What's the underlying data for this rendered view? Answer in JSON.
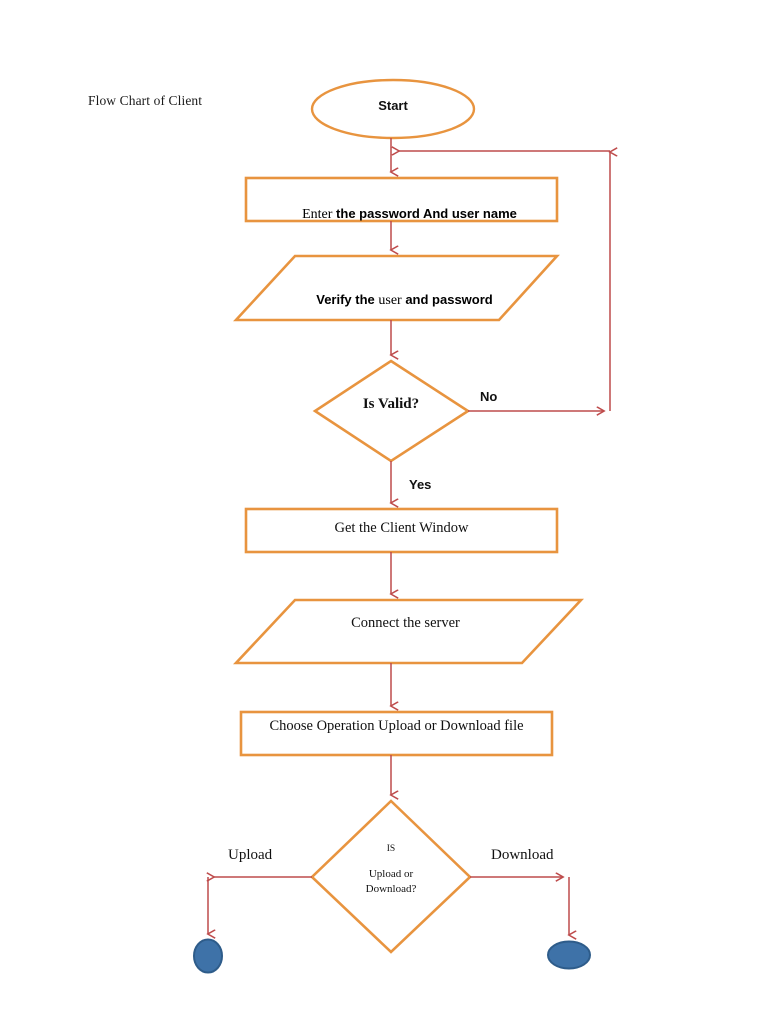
{
  "document": {
    "title": "Flow Chart of Client"
  },
  "colors": {
    "shape_stroke": "#E8943F",
    "connector": "#BE4B4B",
    "terminal_fill": "#3E72A8",
    "terminal_stroke": "#2E5C8A",
    "background": "#FFFFFF",
    "text": "#111111"
  },
  "chart_data": {
    "type": "diagram",
    "title": "Flow Chart of Client",
    "nodes": [
      {
        "id": "start",
        "shape": "oval",
        "label": "Start"
      },
      {
        "id": "enter",
        "shape": "process",
        "label": "Enter the password And user name"
      },
      {
        "id": "verify",
        "shape": "parallelogram",
        "label": "Verify the user and password"
      },
      {
        "id": "isvalid",
        "shape": "diamond",
        "label": "Is Valid?"
      },
      {
        "id": "window",
        "shape": "process",
        "label": "Get the Client Window"
      },
      {
        "id": "connect",
        "shape": "parallelogram",
        "label": "Connect the server"
      },
      {
        "id": "choose",
        "shape": "process",
        "label": "Choose Operation Upload or Download file"
      },
      {
        "id": "isupdown",
        "shape": "diamond",
        "label": "IS\nUpload or\nDownload?"
      },
      {
        "id": "end_left",
        "shape": "terminal",
        "label": ""
      },
      {
        "id": "end_right",
        "shape": "terminal",
        "label": ""
      }
    ],
    "edges": [
      {
        "from": "start",
        "to": "enter",
        "label": ""
      },
      {
        "from": "enter",
        "to": "verify",
        "label": ""
      },
      {
        "from": "verify",
        "to": "isvalid",
        "label": ""
      },
      {
        "from": "isvalid",
        "to": "enter",
        "label": "No"
      },
      {
        "from": "isvalid",
        "to": "window",
        "label": "Yes"
      },
      {
        "from": "window",
        "to": "connect",
        "label": ""
      },
      {
        "from": "connect",
        "to": "choose",
        "label": ""
      },
      {
        "from": "choose",
        "to": "isupdown",
        "label": ""
      },
      {
        "from": "isupdown",
        "to": "end_left",
        "label": "Upload"
      },
      {
        "from": "isupdown",
        "to": "end_right",
        "label": "Download"
      }
    ]
  },
  "nodes": {
    "start": {
      "label": "Start"
    },
    "enter": {
      "label_part1": "Enter",
      "label_part2": " the password And user name"
    },
    "verify": {
      "label_part1": "Verify the ",
      "label_part2": "user",
      "label_part3": " and password"
    },
    "isvalid": {
      "label": "Is Valid?"
    },
    "window": {
      "label": "Get the Client Window"
    },
    "connect": {
      "label": "Connect the server"
    },
    "choose": {
      "label": "Choose Operation Upload or Download file"
    },
    "isupdown": {
      "line1": "IS",
      "line2": "Upload or",
      "line3": "Download?"
    }
  },
  "edge_labels": {
    "no": "No",
    "yes": "Yes",
    "upload": "Upload",
    "download": "Download"
  }
}
